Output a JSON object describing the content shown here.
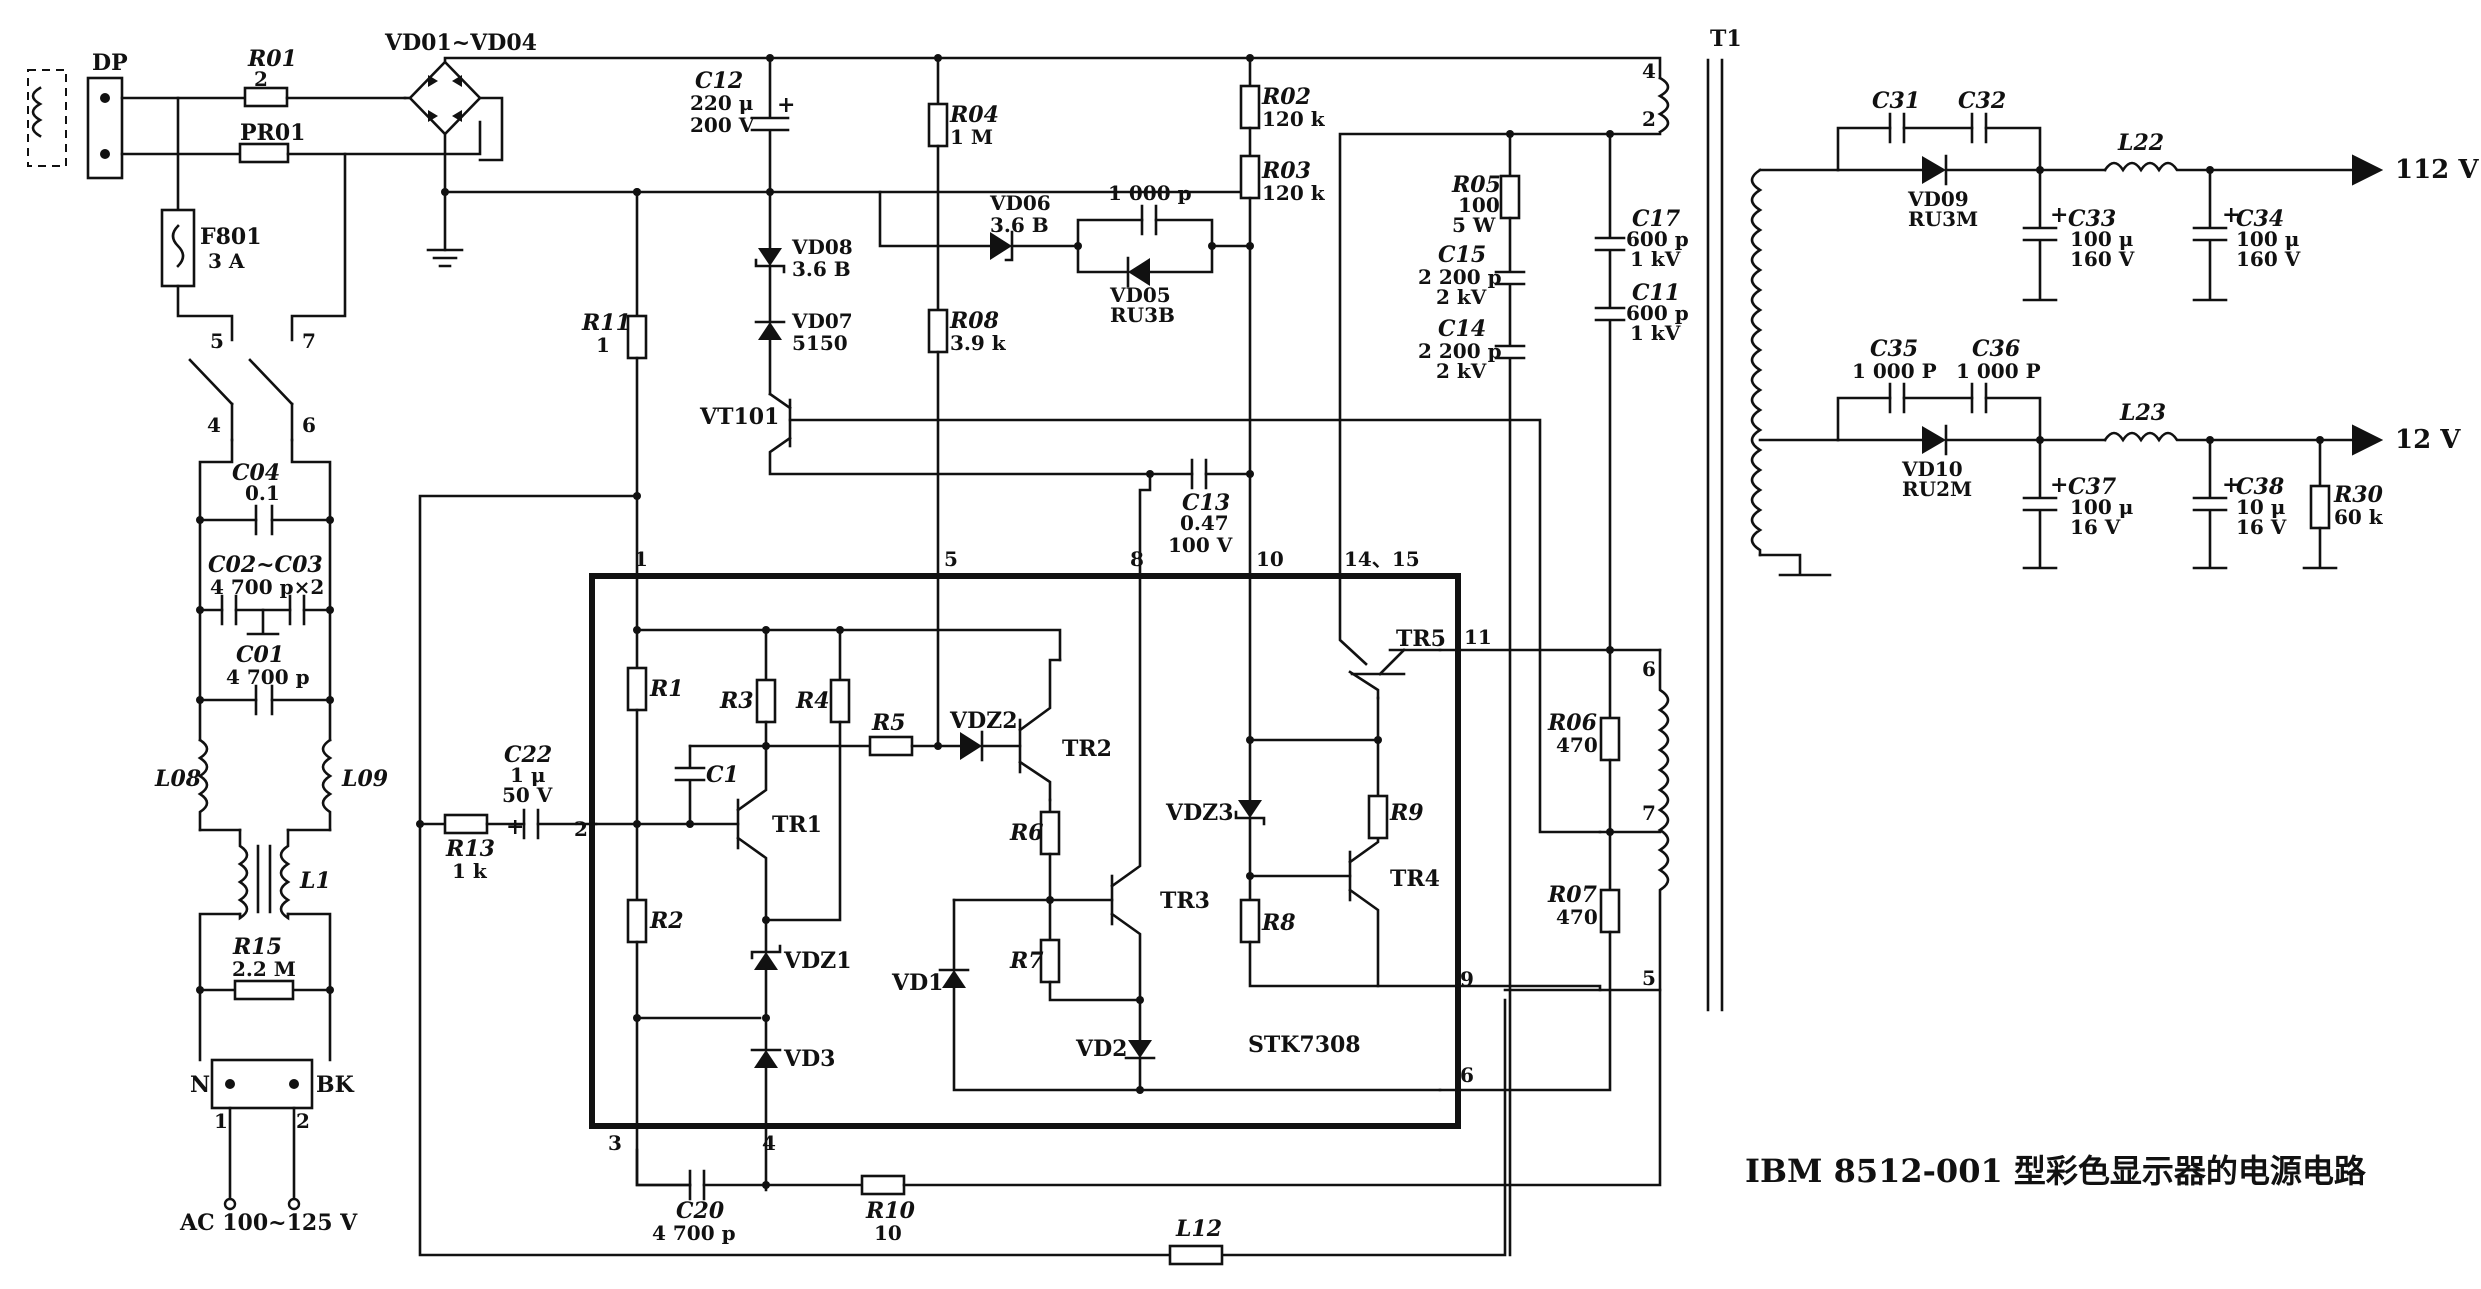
{
  "title": "IBM 8512-001 型彩色显示器的电源电路",
  "ic_name": "STK7308",
  "input": {
    "plug": "DP",
    "fuse": {
      "ref": "F801",
      "value": "3 A"
    },
    "switch_pins": [
      "5",
      "7",
      "4",
      "6"
    ],
    "terminal_left": "N",
    "terminal_right": "BK",
    "terminal_pins": [
      "1",
      "2"
    ],
    "ac_label": "AC 100~125 V"
  },
  "components": {
    "r01": {
      "ref": "R01",
      "value": "2"
    },
    "pr01": {
      "ref": "PR01"
    },
    "bridge": {
      "ref": "VD01~VD04"
    },
    "c04": {
      "ref": "C04",
      "value": "0.1"
    },
    "c0203": {
      "ref": "C02~C03",
      "value": "4 700 p×2"
    },
    "c01": {
      "ref": "C01",
      "value": "4 700 p"
    },
    "l08": {
      "ref": "L08"
    },
    "l09": {
      "ref": "L09"
    },
    "l1": {
      "ref": "L1"
    },
    "r15": {
      "ref": "R15",
      "value": "2.2 M"
    },
    "c12": {
      "ref": "C12",
      "value1": "220 μ",
      "value2": "200 V"
    },
    "vd08": {
      "ref": "VD08",
      "value": "3.6 B"
    },
    "vd07": {
      "ref": "VD07",
      "value": "5150"
    },
    "vt101": {
      "ref": "VT101"
    },
    "r11": {
      "ref": "R11",
      "value": "1"
    },
    "r04": {
      "ref": "R04",
      "value": "1 M"
    },
    "r08": {
      "ref": "R08",
      "value": "3.9 k"
    },
    "vd06": {
      "ref": "VD06",
      "value": "3.6 B"
    },
    "cvd05": {
      "value": "1 000 p"
    },
    "vd05": {
      "ref": "VD05",
      "value": "RU3B"
    },
    "r02": {
      "ref": "R02",
      "value": "120 k"
    },
    "r03": {
      "ref": "R03",
      "value": "120 k"
    },
    "c13": {
      "ref": "C13",
      "value1": "0.47",
      "value2": "100 V"
    },
    "r05": {
      "ref": "R05",
      "value1": "100",
      "value2": "5 W"
    },
    "c15": {
      "ref": "C15",
      "value1": "2 200 p",
      "value2": "2 kV"
    },
    "c14": {
      "ref": "C14",
      "value1": "2 200 p",
      "value2": "2 kV"
    },
    "c17": {
      "ref": "C17",
      "value1": "600 p",
      "value2": "1 kV"
    },
    "c11": {
      "ref": "C11",
      "value1": "600 p",
      "value2": "1 kV"
    },
    "r06": {
      "ref": "R06",
      "value": "470"
    },
    "r07": {
      "ref": "R07",
      "value": "470"
    },
    "c22": {
      "ref": "C22",
      "value1": "1 μ",
      "value2": "50 V"
    },
    "r13": {
      "ref": "R13",
      "value": "1 k"
    },
    "c20": {
      "ref": "C20",
      "value": "4 700 p"
    },
    "r10": {
      "ref": "R10",
      "value": "10"
    },
    "l12": {
      "ref": "L12"
    },
    "t1": {
      "ref": "T1"
    }
  },
  "ic_internal": {
    "r1": "R1",
    "r2": "R2",
    "r3": "R3",
    "r4": "R4",
    "r5": "R5",
    "r6": "R6",
    "r7": "R7",
    "r8": "R8",
    "r9": "R9",
    "c1": "C1",
    "tr1": "TR1",
    "tr2": "TR2",
    "tr3": "TR3",
    "tr4": "TR4",
    "tr5": "TR5",
    "vdz1": "VDZ1",
    "vdz2": "VDZ2",
    "vdz3": "VDZ3",
    "vd1": "VD1",
    "vd2": "VD2",
    "vd3": "VD3"
  },
  "ic_pins": [
    "1",
    "5",
    "8",
    "10",
    "14、15",
    "11",
    "2",
    "9",
    "6",
    "3",
    "4"
  ],
  "transformer_pins": [
    "4",
    "2",
    "6",
    "7",
    "5"
  ],
  "outputs": {
    "out112": {
      "c31": "C31",
      "c32": "C32",
      "vd09": {
        "ref": "VD09",
        "value": "RU3M"
      },
      "l22": "L22",
      "c33": {
        "ref": "C33",
        "value1": "100 μ",
        "value2": "160 V"
      },
      "c34": {
        "ref": "C34",
        "value1": "100 μ",
        "value2": "160 V"
      },
      "label": "112 V"
    },
    "out12": {
      "c35": {
        "ref": "C35",
        "value": "1 000 P"
      },
      "c36": {
        "ref": "C36",
        "value": "1 000 P"
      },
      "vd10": {
        "ref": "VD10",
        "value": "RU2M"
      },
      "l23": "L23",
      "c37": {
        "ref": "C37",
        "value1": "100 μ",
        "value2": "16 V"
      },
      "c38": {
        "ref": "C38",
        "value1": "10 μ",
        "value2": "16 V"
      },
      "r30": {
        "ref": "R30",
        "value": "60 k"
      },
      "label": "12 V"
    }
  }
}
